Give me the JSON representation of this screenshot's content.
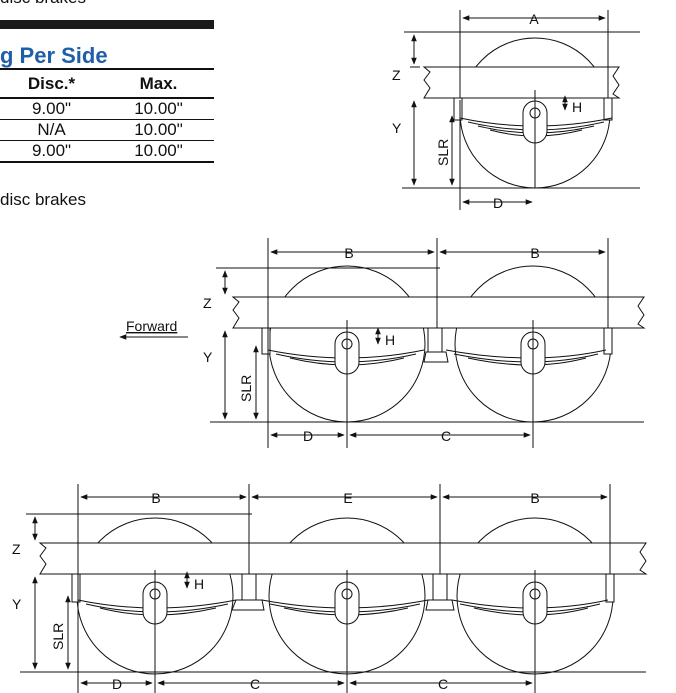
{
  "top_note": "disc brakes",
  "section_heading": "g Per Side",
  "table": {
    "headers": [
      "Disc.*",
      "Max."
    ],
    "rows": [
      [
        "9.00\"",
        "10.00\""
      ],
      [
        "N/A",
        "10.00\""
      ],
      [
        "9.00\"",
        "10.00\""
      ]
    ]
  },
  "footnote": "disc brakes",
  "direction_label": "Forward",
  "dimension_labels": {
    "a": "A",
    "b": "B",
    "c": "C",
    "d": "D",
    "e": "E",
    "h": "H",
    "y": "Y",
    "z": "Z",
    "slr": "SLR"
  }
}
